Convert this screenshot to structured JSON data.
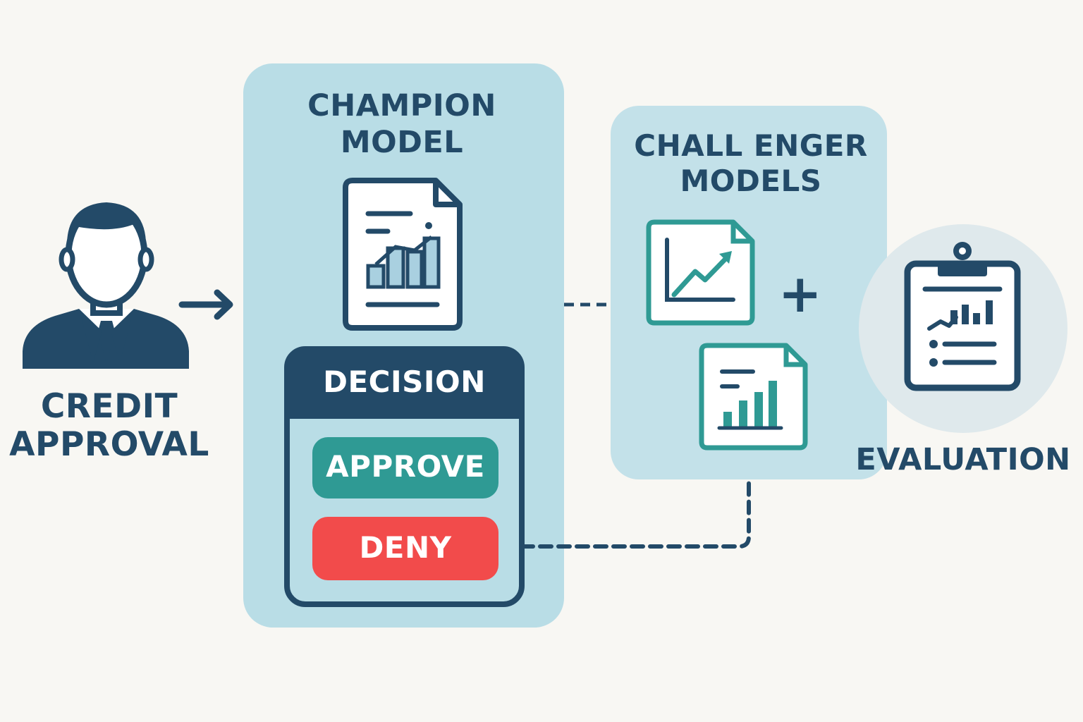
{
  "credit_approval": {
    "line1": "CREDIT",
    "line2": "APPROVAL"
  },
  "champion": {
    "line1": "CHAMPION",
    "line2": "MODEL"
  },
  "decision": {
    "header": "DECISION",
    "approve_label": "APPROVE",
    "deny_label": "DENY"
  },
  "challenger": {
    "line1": "CHALL ENGER",
    "line2": "MODELS",
    "plus": "+"
  },
  "evaluation": {
    "label": "EVALUATION"
  },
  "icons": {
    "person": "businessman-icon",
    "champion_doc": "chart-document-icon",
    "challenger_doc_1": "line-chart-document-icon",
    "challenger_doc_2": "bar-chart-document-icon",
    "evaluation": "clipboard-report-icon"
  },
  "colors": {
    "navy": "#234a68",
    "panel": "#b9dde6",
    "teal": "#2f9a94",
    "red": "#f24b4b",
    "background": "#f8f7f3"
  }
}
